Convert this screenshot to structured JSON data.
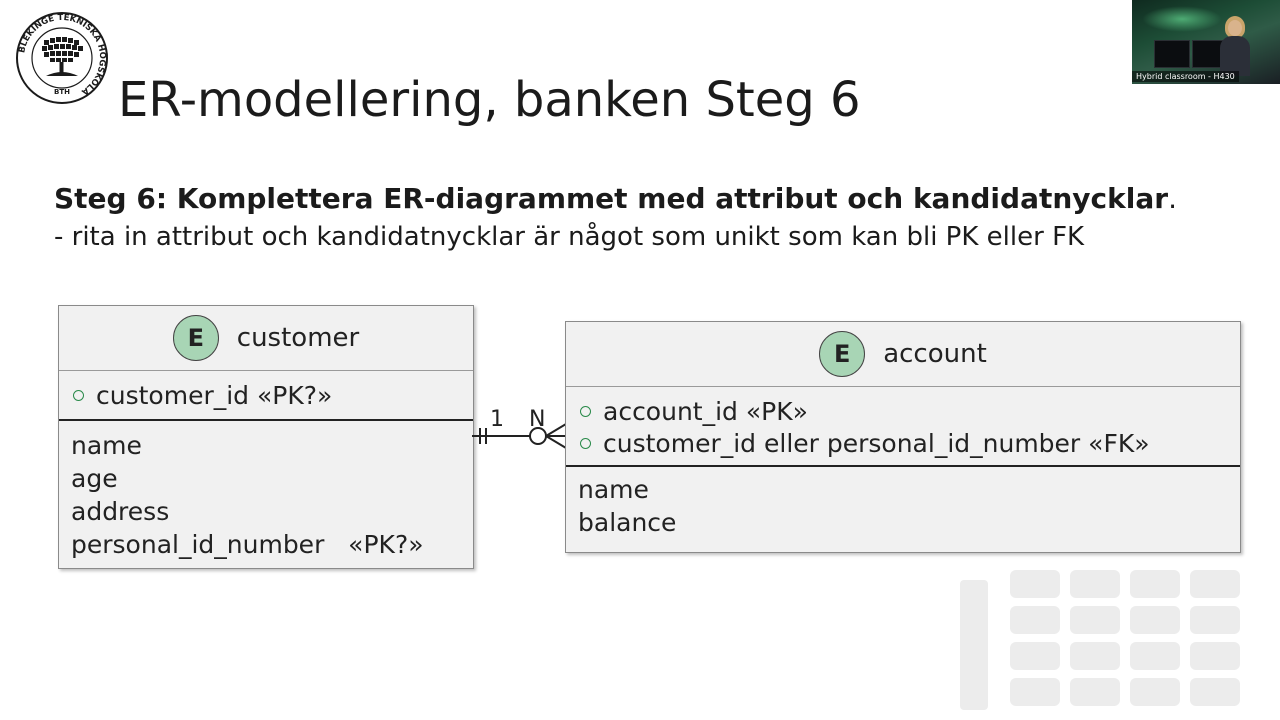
{
  "logo": {
    "ring_text": "BLEKINGE TEKNISKA HÖGSKOLA",
    "bottom_text": "BTH"
  },
  "webcam": {
    "caption": "Hybrid classroom - H430"
  },
  "slide": {
    "title": "ER-modellering, banken Steg 6",
    "step_label": "Steg 6:",
    "step_text": " Komplettera ER-diagrammet med attribut och kandidatnycklar",
    "step_end": ".",
    "subtext": "- rita in attribut och kandidatnycklar är något som unikt som kan bli PK eller FK"
  },
  "diagram": {
    "entities": [
      {
        "badge": "E",
        "name": "customer",
        "keys": [
          "customer_id «PK?»"
        ],
        "attributes": [
          "name",
          "age",
          "address",
          "personal_id_number   «PK?»"
        ]
      },
      {
        "badge": "E",
        "name": "account",
        "keys": [
          "account_id «PK»",
          "customer_id eller personal_id_number «FK»"
        ],
        "attributes": [
          "name",
          "balance"
        ]
      }
    ],
    "relationship": {
      "left_cardinality": "1",
      "right_cardinality": "N"
    }
  },
  "colors": {
    "entity_fill": "#f1f1f1",
    "badge_fill": "#a8d5b5",
    "key_marker": "#2a8a4a"
  }
}
